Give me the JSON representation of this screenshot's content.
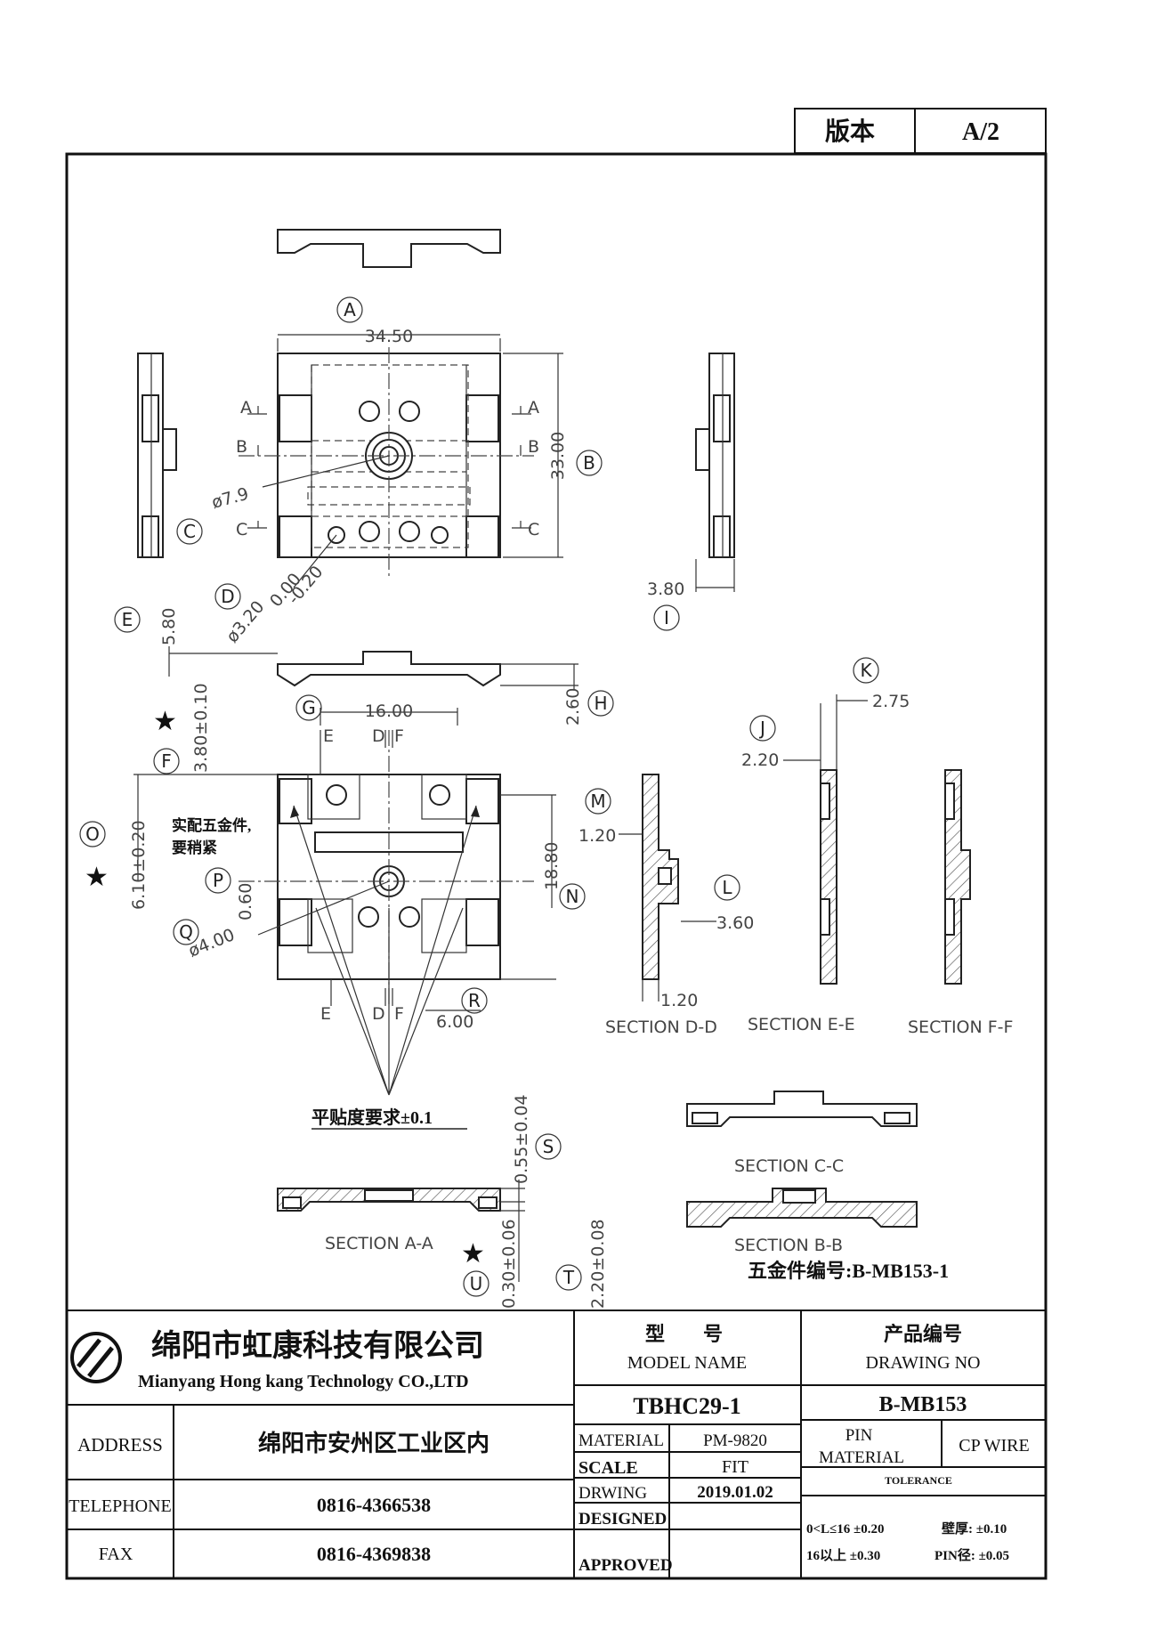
{
  "version_box": {
    "label": "版本",
    "value": "A/2"
  },
  "dimensions": {
    "width_34_50": "34.50",
    "height_33_00": "33.00",
    "dia_7_9": "ø7.9",
    "dia_3_20": "ø3.20",
    "tol_plus_0_00": "0.00",
    "tol_minus_0_20": "-0.20",
    "d_3_80_side": "3.80",
    "d_5_80": "5.80",
    "d_2_60": "2.60",
    "d_3_80_tol": "3.80±0.10",
    "d_16_00": "16.00",
    "d_6_10_tol": "6.10±0.20",
    "d_0_60": "0.60",
    "d_dia_4_00": "ø4.00",
    "d_18_80": "18.80",
    "d_6_00": "6.00",
    "d_1_20_top": "1.20",
    "d_3_60": "3.60",
    "d_1_20_bottom": "1.20",
    "d_2_20": "2.20",
    "d_2_75": "2.75",
    "d_0_55_tol": "0.55±0.04",
    "d_0_30_tol": "0.30±0.06",
    "d_2_20_tol": "2.20±0.08"
  },
  "section_marks": {
    "A": "A",
    "B": "B",
    "C": "C",
    "D": "D",
    "E": "E",
    "F": "F"
  },
  "callouts": {
    "A": "A",
    "B": "B",
    "C": "C",
    "D": "D",
    "E": "E",
    "F": "F",
    "G": "G",
    "H": "H",
    "I": "I",
    "J": "J",
    "K": "K",
    "L": "L",
    "M": "M",
    "N": "N",
    "O": "O",
    "P": "P",
    "Q": "Q",
    "R": "R",
    "S": "S",
    "T": "T",
    "U": "U"
  },
  "star_symbol": "★",
  "notes": {
    "hardware_fit_line1": "实配五金件,",
    "hardware_fit_line2": "要稍紧",
    "flatness": "平贴度要求±0.1",
    "hardware_no": "五金件编号:B-MB153-1"
  },
  "section_titles": {
    "dd": "SECTION D-D",
    "ee": "SECTION E-E",
    "ff": "SECTION F-F",
    "cc": "SECTION C-C",
    "bb": "SECTION B-B",
    "aa": "SECTION A-A"
  },
  "title_block": {
    "company_cn": "绵阳市虹康科技有限公司",
    "company_en": "Mianyang Hong kang Technology CO.,LTD",
    "model_label_cn_1": "型",
    "model_label_cn_2": "号",
    "model_label_en": "MODEL NAME",
    "model_value": "TBHC29-1",
    "drawing_label_cn": "产品编号",
    "drawing_label_en": "DRAWING NO",
    "drawing_value": "B-MB153",
    "address_label": "ADDRESS",
    "address_value": "绵阳市安州区工业区内",
    "telephone_label": "TELEPHONE",
    "telephone_value": "0816-4366538",
    "fax_label": "FAX",
    "fax_value": "0816-4369838",
    "material_label": "MATERIAL",
    "material_value": "PM-9820",
    "scale_label": "SCALE",
    "scale_value": "FIT",
    "drawing_date_label": "DRWING",
    "drawing_date_value": "2019.01.02",
    "designed_label": "DESIGNED",
    "approved_label": "APPROVED",
    "pin_material_label_1": "PIN",
    "pin_material_label_2": "MATERIAL",
    "pin_material_value": "CP WIRE",
    "tolerance_label": "TOLERANCE",
    "tol_row1_a": "0<L≤16 ±0.20",
    "tol_row1_b": "壁厚: ±0.10",
    "tol_row2_a": "16以上  ±0.30",
    "tol_row2_b": "PIN径: ±0.05"
  }
}
